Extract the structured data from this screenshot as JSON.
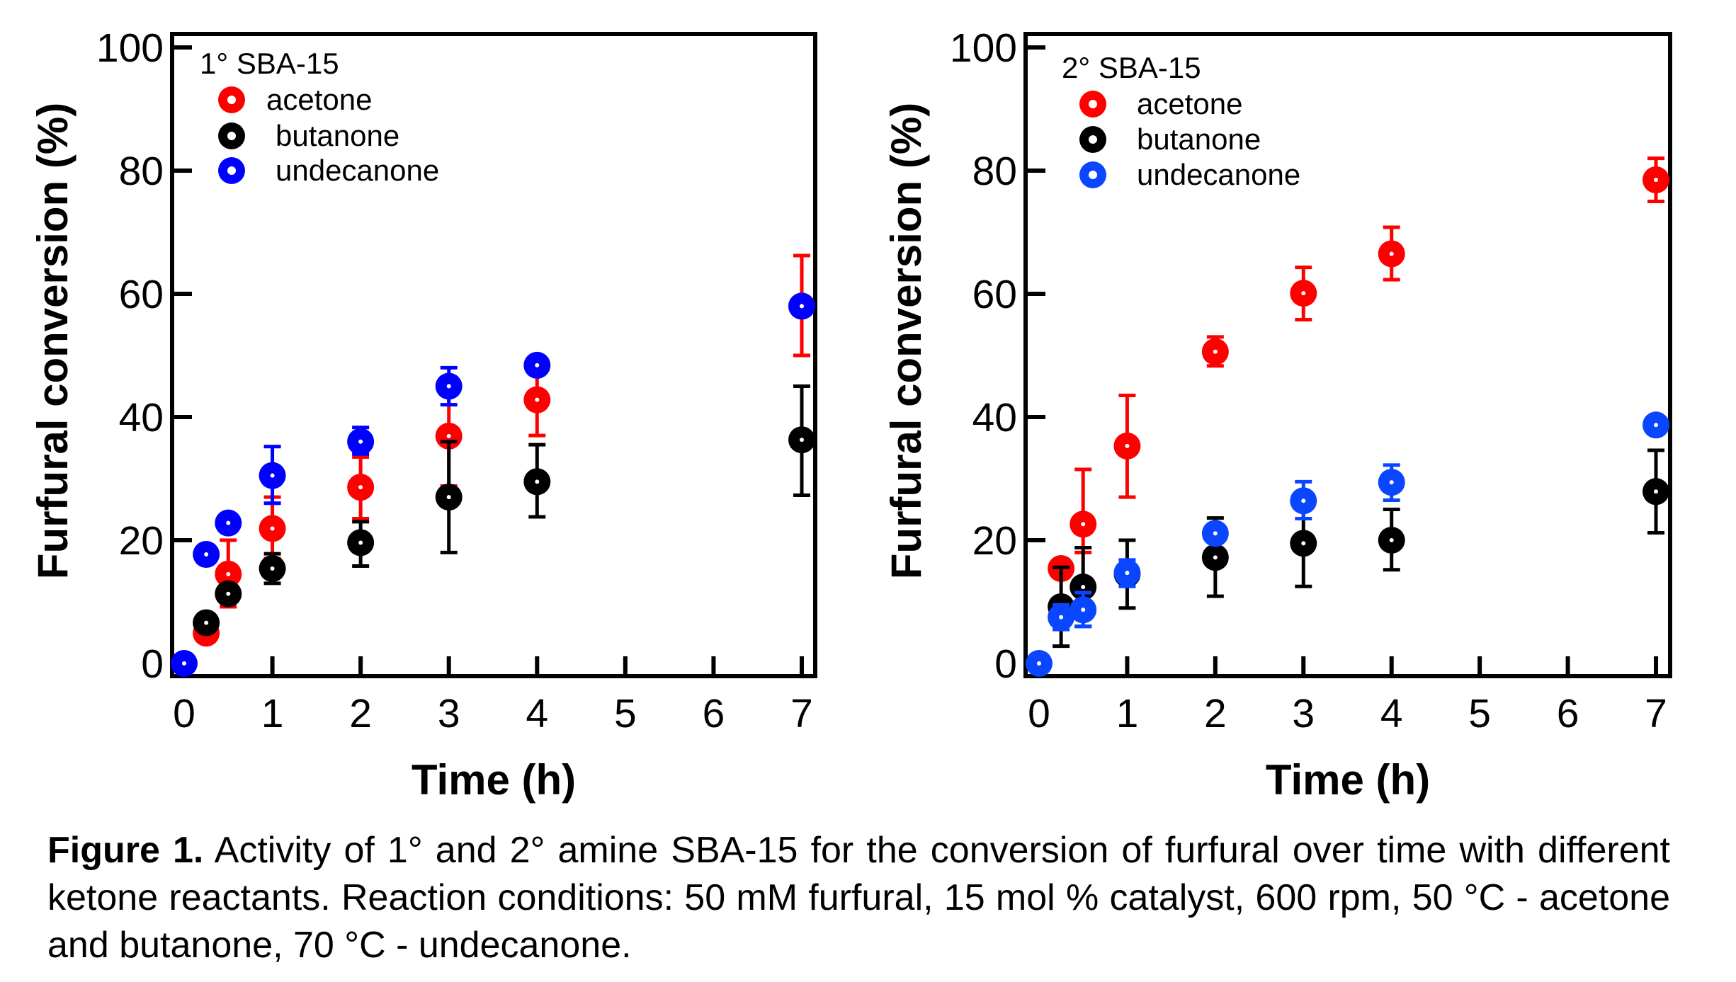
{
  "chart_data": [
    {
      "type": "scatter",
      "title": "1° SBA-15",
      "xlabel": "Time (h)",
      "ylabel": "Furfural conversion (%)",
      "xlim": [
        0,
        7
      ],
      "ylim": [
        0,
        100
      ],
      "xticks": [
        "0",
        "1",
        "2",
        "3",
        "4",
        "5",
        "6",
        "7"
      ],
      "yticks": [
        "0",
        "20",
        "40",
        "60",
        "80",
        "100"
      ],
      "legend_position": "top-left",
      "series": [
        {
          "name": "acetone",
          "color": "#ff0000",
          "x": [
            0.25,
            0.5,
            1,
            2,
            3,
            4,
            7
          ],
          "y": [
            4.9,
            14.5,
            21.9,
            28.6,
            36.9,
            42.8,
            58.0
          ],
          "err": [
            null,
            [
              9.2,
              20.0
            ],
            [
              17.0,
              27.0
            ],
            [
              23.5,
              33.5
            ],
            [
              28.8,
              45.0
            ],
            [
              37.0,
              47.0
            ],
            [
              50.0,
              66.2
            ]
          ]
        },
        {
          "name": "butanone",
          "color": "#000000",
          "x": [
            0.25,
            0.5,
            1,
            2,
            3,
            4,
            7
          ],
          "y": [
            6.6,
            11.3,
            15.4,
            19.6,
            27.0,
            29.5,
            36.3
          ],
          "err": [
            null,
            null,
            [
              13.0,
              17.8
            ],
            [
              15.8,
              23.0
            ],
            [
              18.0,
              36.0
            ],
            [
              23.8,
              35.5
            ],
            [
              27.3,
              45.0
            ]
          ]
        },
        {
          "name": "undecanone",
          "color": "#0000ff",
          "x": [
            0,
            0.25,
            0.5,
            1,
            2,
            3,
            4,
            7
          ],
          "y": [
            0,
            17.7,
            22.8,
            30.5,
            36.0,
            45.0,
            48.4,
            58.0
          ],
          "err": [
            null,
            null,
            null,
            [
              26.0,
              35.2
            ],
            [
              34.0,
              38.3
            ],
            [
              42.0,
              48.0
            ],
            null,
            null
          ]
        }
      ]
    },
    {
      "type": "scatter",
      "title": "2° SBA-15",
      "xlabel": "Time (h)",
      "ylabel": "Furfural conversion (%)",
      "xlim": [
        0,
        7
      ],
      "ylim": [
        0,
        100
      ],
      "xticks": [
        "0",
        "1",
        "2",
        "3",
        "4",
        "5",
        "6",
        "7"
      ],
      "yticks": [
        "0",
        "20",
        "40",
        "60",
        "80",
        "100"
      ],
      "legend_position": "top-left",
      "series": [
        {
          "name": "acetone",
          "color": "#ff0000",
          "x": [
            0.25,
            0.5,
            1,
            2,
            3,
            4,
            7
          ],
          "y": [
            15.4,
            22.6,
            35.3,
            50.6,
            60.1,
            66.5,
            78.5
          ],
          "err": [
            null,
            [
              18.0,
              31.5
            ],
            [
              27.0,
              43.5
            ],
            [
              48.3,
              53.0
            ],
            [
              55.8,
              64.3
            ],
            [
              62.3,
              70.8
            ],
            [
              75.0,
              82.0
            ]
          ]
        },
        {
          "name": "butanone",
          "color": "#000000",
          "x": [
            0.25,
            0.5,
            1,
            2,
            3,
            4,
            7
          ],
          "y": [
            9.2,
            12.4,
            14.5,
            17.2,
            19.5,
            20.0,
            27.9
          ],
          "err": [
            [
              2.8,
              15.6
            ],
            [
              6.0,
              18.8
            ],
            [
              9.0,
              20.0
            ],
            [
              10.9,
              23.6
            ],
            [
              12.5,
              26.5
            ],
            [
              15.2,
              25.0
            ],
            [
              21.2,
              34.6
            ]
          ]
        },
        {
          "name": "undecanone",
          "color": "#0a46ff",
          "x": [
            0,
            0.25,
            0.5,
            1,
            2,
            3,
            4,
            7
          ],
          "y": [
            0,
            7.5,
            8.7,
            14.7,
            21.1,
            26.4,
            29.4,
            38.7
          ],
          "err": [
            null,
            [
              5.5,
              9.5
            ],
            [
              6.0,
              11.5
            ],
            [
              12.5,
              16.8
            ],
            null,
            [
              23.5,
              29.5
            ],
            [
              26.5,
              32.2
            ],
            null
          ]
        }
      ]
    }
  ],
  "caption": {
    "label": "Figure 1.",
    "text": " Activity of 1° and 2° amine SBA-15 for the conversion of furfural over time with different ketone reactants. Reaction conditions: 50 mM furfural, 15 mol % catalyst, 600 rpm, 50 °C - acetone and butanone, 70 °C - undecanone."
  }
}
